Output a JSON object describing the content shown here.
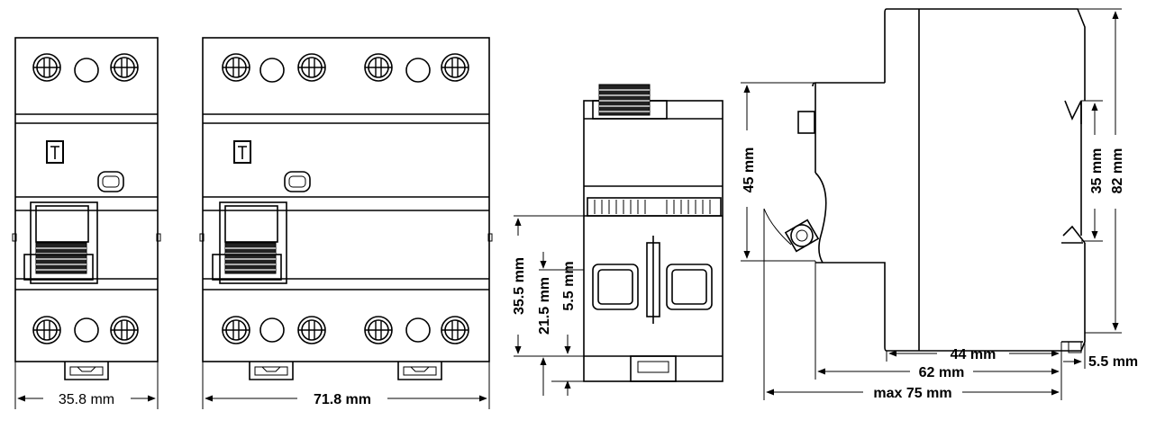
{
  "dimensions": {
    "width_2pole": "35.8 mm",
    "width_4pole": "71.8 mm",
    "front_35_5": "35.5 mm",
    "front_21_5": "21.5 mm",
    "front_5_5": "5.5 mm",
    "side_45": "45 mm",
    "side_35": "35 mm",
    "side_82": "82 mm",
    "side_44": "44 mm",
    "side_62": "62 mm",
    "side_max75": "max 75 mm",
    "side_5_5": "5.5 mm"
  },
  "colors": {
    "line": "#000000",
    "background": "#ffffff"
  }
}
